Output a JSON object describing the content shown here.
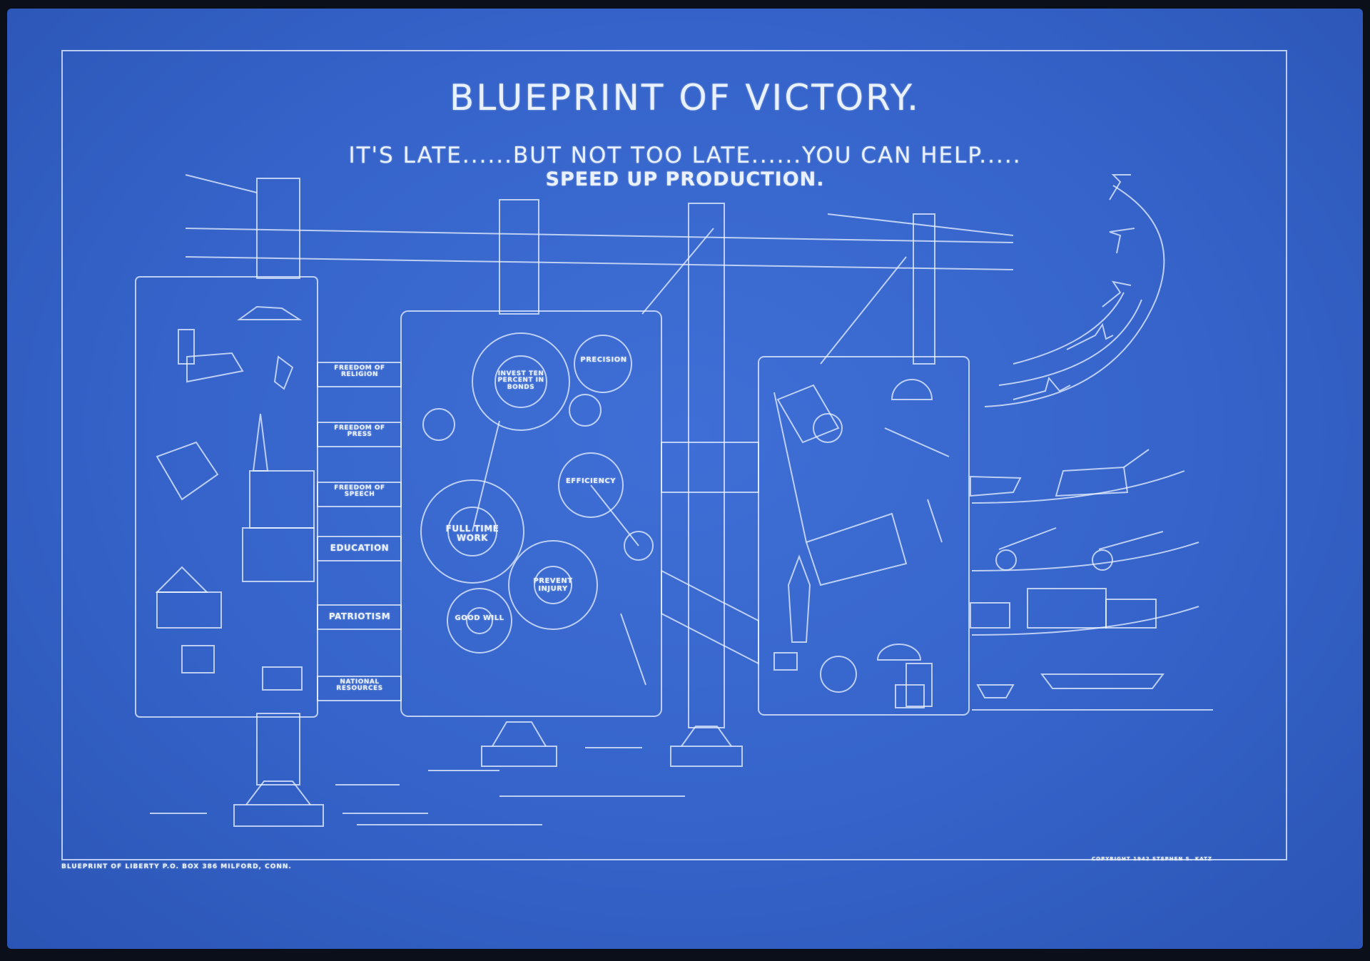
{
  "poster": {
    "title": "BLUEPRINT OF VICTORY.",
    "subtitle": "IT'S LATE......BUT NOT TOO LATE......YOU CAN HELP.....",
    "slogan": "SPEED UP PRODUCTION.",
    "footer_left": "BLUEPRINT OF LIBERTY   P.O. BOX 386  MILFORD, CONN.",
    "footer_right": "COPYRIGHT 1942   STEPHEN S. KATZ"
  },
  "conduit_labels": [
    "FREEDOM OF RELIGION",
    "FREEDOM OF PRESS",
    "FREEDOM OF SPEECH",
    "EDUCATION",
    "PATRIOTISM",
    "NATIONAL RESOURCES"
  ],
  "gear_labels": {
    "invest": "INVEST TEN PERCENT IN BONDS",
    "precision": "PRECISION",
    "efficiency": "EFFICIENCY",
    "full_time_work": "FULL TIME WORK",
    "prevent_injury": "PREVENT INJURY",
    "good_will": "GOOD WILL"
  },
  "colors": {
    "paper": "#3563c9",
    "chalk": "#e9f1ff"
  }
}
